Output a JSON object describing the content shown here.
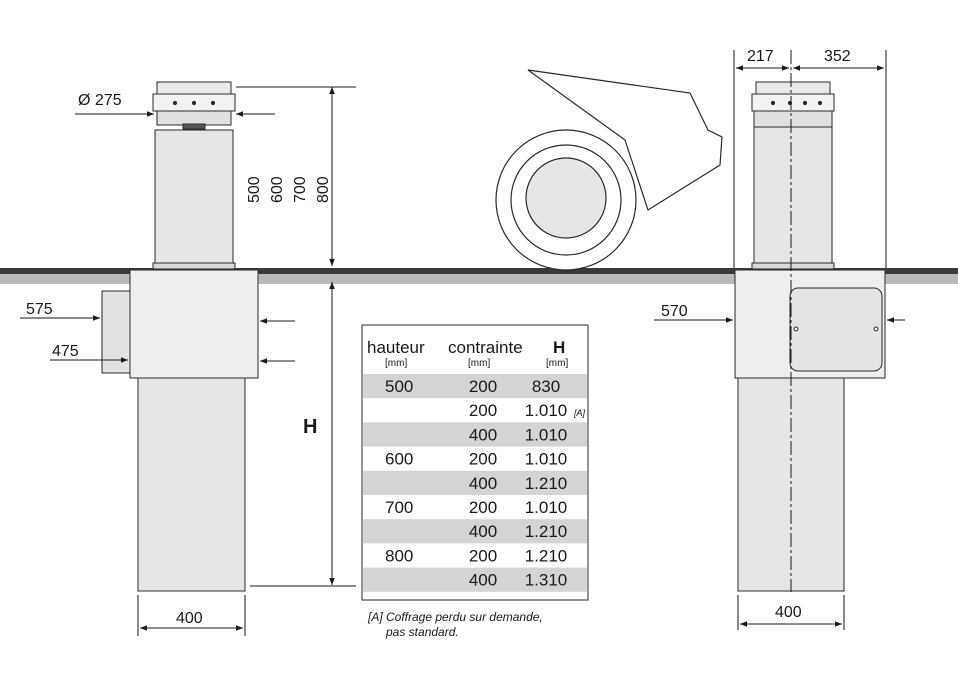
{
  "colors": {
    "ground": "#3a3a3a",
    "ground_shadow": "#b9b9b9",
    "bollard_fill": "#e6e6e6",
    "box_fill": "#eeeeee",
    "stripe": "#d4d4d4",
    "stroke": "#2a2a2a"
  },
  "left_view": {
    "diameter_label": "Ø 275",
    "heights": [
      "500",
      "600",
      "700",
      "800"
    ],
    "label_575": "575",
    "label_475": "475",
    "bottom_width": "400"
  },
  "H_label": "H",
  "right_view": {
    "top_left": "217",
    "top_right": "352",
    "side_label": "570",
    "bottom_width": "400"
  },
  "table": {
    "headers": [
      {
        "title": "hauteur",
        "unit": "[mm]"
      },
      {
        "title": "contrainte",
        "unit": "[mm]"
      },
      {
        "title": "H",
        "unit": "[mm]"
      }
    ],
    "rows": [
      {
        "h": "500",
        "c": "200",
        "H": "830",
        "note": ""
      },
      {
        "h": "",
        "c": "200",
        "H": "1.010",
        "note": "[A]"
      },
      {
        "h": "",
        "c": "400",
        "H": "1.010",
        "note": ""
      },
      {
        "h": "600",
        "c": "200",
        "H": "1.010",
        "note": ""
      },
      {
        "h": "",
        "c": "400",
        "H": "1.210",
        "note": ""
      },
      {
        "h": "700",
        "c": "200",
        "H": "1.010",
        "note": ""
      },
      {
        "h": "",
        "c": "400",
        "H": "1.210",
        "note": ""
      },
      {
        "h": "800",
        "c": "200",
        "H": "1.210",
        "note": ""
      },
      {
        "h": "",
        "c": "400",
        "H": "1.310",
        "note": ""
      }
    ],
    "footnote_line1": "[A] Coffrage perdu sur demande,",
    "footnote_line2": "pas standard."
  }
}
